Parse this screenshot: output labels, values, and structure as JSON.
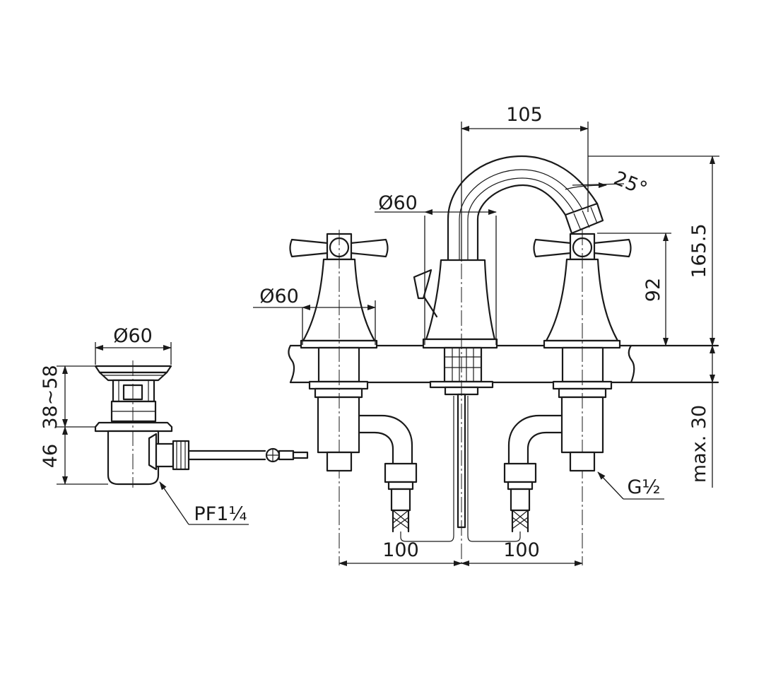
{
  "dimensions": {
    "spout_reach": "105",
    "spout_angle": "25°",
    "spout_base_diameter": "Ø60",
    "handle_base_diameter": "Ø60",
    "drain_diameter": "Ø60",
    "drain_adjust_range": "38~58",
    "drain_body_height": "46",
    "drain_thread": "PF1¼",
    "handle_height": "92",
    "spout_height": "165.5",
    "max_deck_thickness": "max. 30",
    "inlet_thread": "G½",
    "left_spacing": "100",
    "right_spacing": "100"
  }
}
